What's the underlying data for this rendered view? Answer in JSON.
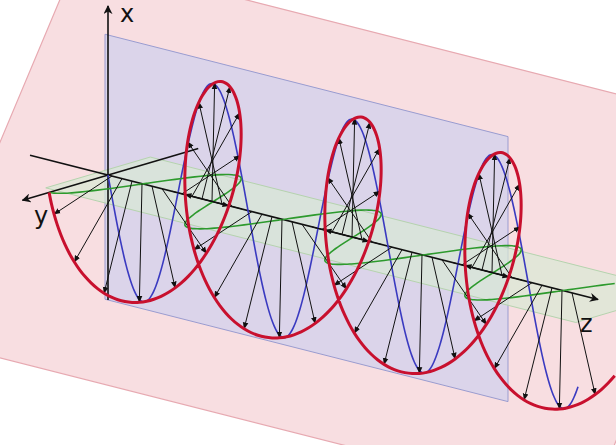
{
  "diagram": {
    "labels": [
      "x",
      "y",
      "z"
    ]
  }
}
